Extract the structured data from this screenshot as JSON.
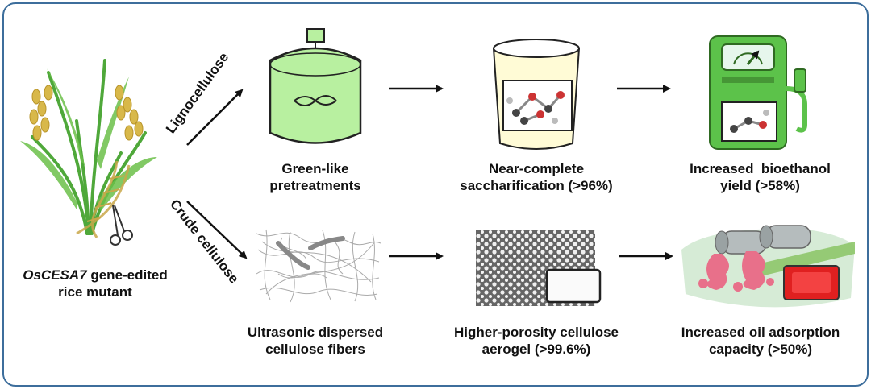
{
  "plant": {
    "gene": "OsCESA7",
    "line1_rest": " gene-edited",
    "line2": "rice mutant"
  },
  "branches": {
    "top": "Lignocellulose",
    "bottom": "Crude cellulose"
  },
  "top_row": [
    {
      "line1": "Green-like",
      "line2": "pretreatments",
      "icon": "reactor-icon"
    },
    {
      "line1": "Near-complete",
      "line2": "saccharification (>96%)",
      "icon": "beaker-icon"
    },
    {
      "line1": "Increased  bioethanol",
      "line2": "yield (>58%)",
      "icon": "fuel-pump-icon"
    }
  ],
  "bottom_row": [
    {
      "line1": "Ultrasonic dispersed",
      "line2": "cellulose fibers",
      "icon": "fiber-network-icon"
    },
    {
      "line1": "Higher-porosity cellulose",
      "line2": "aerogel (>99.6%)",
      "icon": "aerogel-icon"
    },
    {
      "line1": "Increased oil adsorption",
      "line2": "capacity (>50%)",
      "icon": "oil-adsorption-icon"
    }
  ],
  "colors": {
    "border": "#3d6e9c",
    "reactor": "#b8f0a0",
    "pump": "#5cc24a",
    "plant": "#4fa83a",
    "grain": "#d8b84a"
  }
}
